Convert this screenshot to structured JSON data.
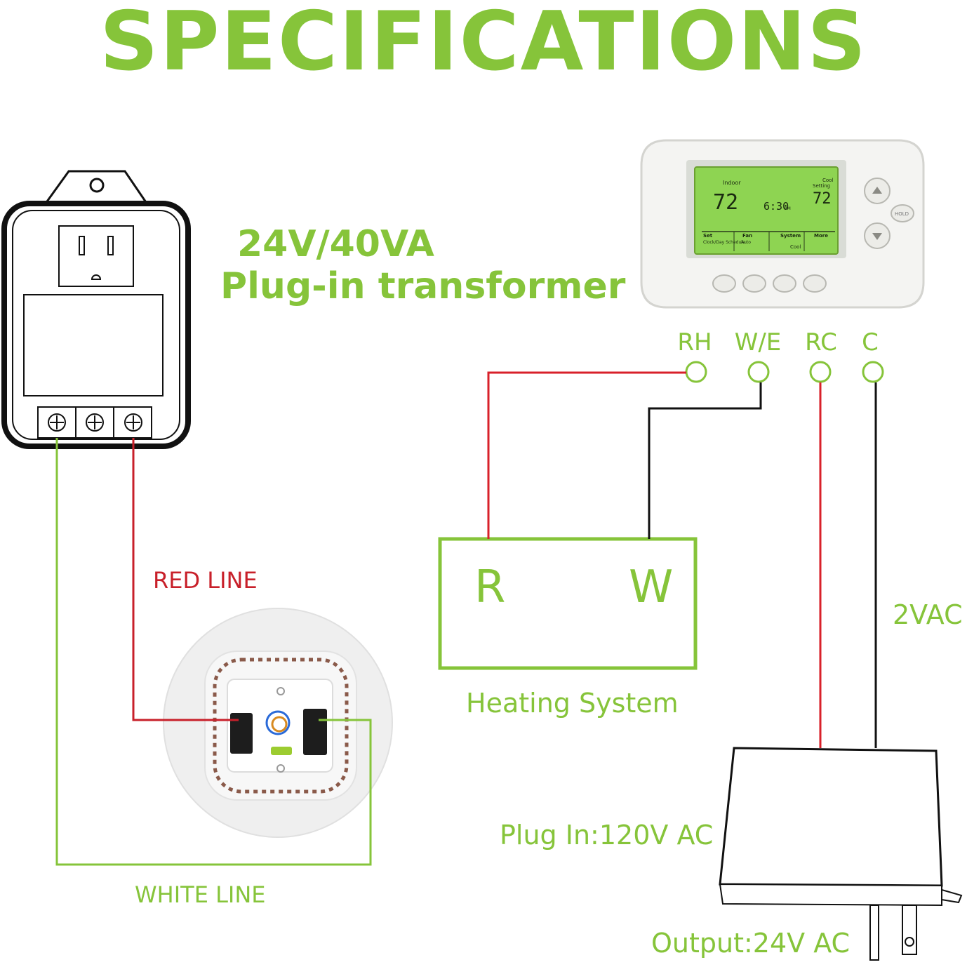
{
  "title": "SPECIFICATIONS",
  "transformer": {
    "rating": "24V/40VA",
    "type": "Plug-in transformer"
  },
  "wires": {
    "red_label": "RED LINE",
    "white_label": "WHITE LINE"
  },
  "thermostat": {
    "screen": {
      "indoor_label": "Indoor",
      "indoor_temp": "72",
      "time": "6:30",
      "time_suffix": "PM",
      "mode_top": "Cool",
      "setting_label": "Setting",
      "setting_temp": "72",
      "hold_label": "HOLD",
      "menu": [
        {
          "top": "Set",
          "sub": "Clock/Day Schedule"
        },
        {
          "top": "Fan",
          "sub": "Auto"
        },
        {
          "top": "System",
          "sub": "Cool"
        },
        {
          "top": "More",
          "sub": ""
        }
      ]
    },
    "terminals": [
      "RH",
      "W/E",
      "RC",
      "C"
    ]
  },
  "heating_system": {
    "label": "Heating System",
    "left_terminal": "R",
    "right_terminal": "W"
  },
  "adapter": {
    "voltage_label": "2VAC",
    "input": "Plug In:120V AC",
    "output": "Output:24V AC"
  },
  "colors": {
    "accent_green": "#86c43a",
    "red_wire": "#d8202a",
    "black_wire": "#111111"
  }
}
